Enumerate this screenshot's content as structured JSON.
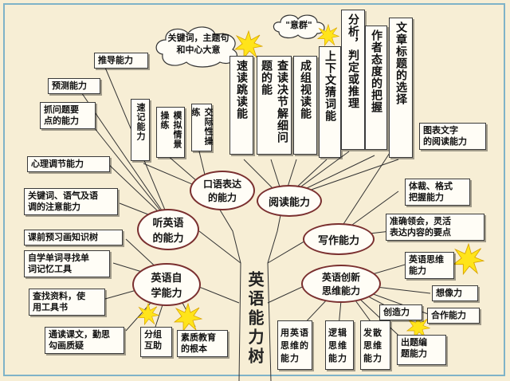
{
  "trunk": "英语能力树",
  "main_nodes": {
    "oral": "口语表达\n的能力",
    "reading": "阅读能力",
    "listening": "听英语\n的能力",
    "writing": "写作能力",
    "self_study": "英语自\n学能力",
    "creative": "英语创新\n思维能力"
  },
  "top_columns": [
    "速读跳读能",
    "查读决节解细问题的能",
    "成组视读能",
    "上下文猜词能",
    "分析，判定或推理",
    "作者态度的把握",
    "文章标题的选择"
  ],
  "top_left_boxes": [
    "速记能力",
    "模拟情景操练",
    "交际性操练"
  ],
  "clouds": {
    "keywords": "关键词，主题句\n和中心大意",
    "yiqun": "\"意群\""
  },
  "left_items": [
    "推导能力",
    "预测能力",
    "抓问题要\n点的能力",
    "心理调节能力",
    "关键词、语气及语\n调的注意能力",
    "课前预习画知识树",
    "自学单词寻找单\n词记忆工具",
    "查找资料，使\n用工具书",
    "通读课文，勤思\n勾画质疑"
  ],
  "bottom_left": [
    "分组\n互助",
    "素质教育\n的根本"
  ],
  "right_items": [
    "图表文字\n的阅读能力",
    "体裁、格式\n把握能力",
    "准确领会，灵活\n表达内容的要点",
    "英语思维\n能力",
    "想像力",
    "创造力",
    "合作能力",
    "出题编\n题能力"
  ],
  "bottom_columns": [
    "用英语思维的能力",
    "逻辑思维能力",
    "发散思维能力"
  ]
}
